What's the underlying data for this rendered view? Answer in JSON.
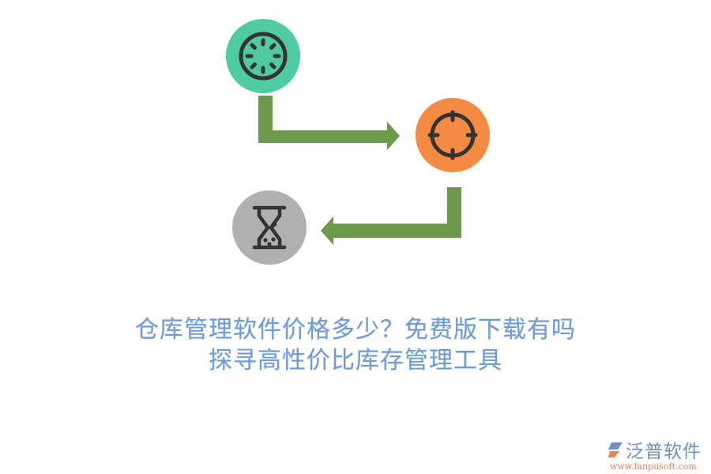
{
  "diagram": {
    "nodes": [
      {
        "id": "step1",
        "icon": "loading-spinner-icon",
        "color": "#4ecb9f"
      },
      {
        "id": "step2",
        "icon": "crosshair-target-icon",
        "color": "#f58a42"
      },
      {
        "id": "step3",
        "icon": "hourglass-icon",
        "color": "#b0b0b0"
      }
    ],
    "arrows": [
      {
        "from": "step1",
        "to": "step2",
        "color": "#6a9a4a"
      },
      {
        "from": "step2",
        "to": "step3",
        "color": "#6a9a4a"
      }
    ]
  },
  "title": {
    "line1": "仓库管理软件价格多少？免费版下载有吗",
    "line2": "探寻高性价比库存管理工具"
  },
  "logo": {
    "name": "泛普软件",
    "url": "www.fanpusoft.com"
  }
}
